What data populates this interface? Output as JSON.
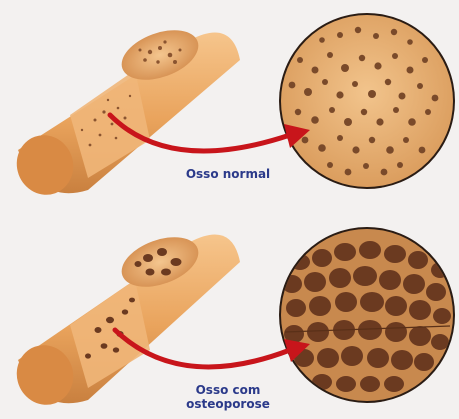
{
  "labels": {
    "normal": "Osso normal",
    "osteo_line1": "Osso com",
    "osteo_line2": "osteoporose"
  },
  "colors": {
    "background": "#f3f1f0",
    "bone_light": "#f0b878",
    "bone_mid": "#e19a55",
    "bone_dark": "#b9723b",
    "pore_normal": "#7a4a2a",
    "pore_osteo": "#6b3a20",
    "arrow_red": "#c8151b",
    "label_blue": "#2b3a8a"
  },
  "icons": {
    "arrow": "curved-arrow-icon",
    "bone": "bone-cylinder-icon",
    "zoom": "magnified-circle-icon"
  }
}
